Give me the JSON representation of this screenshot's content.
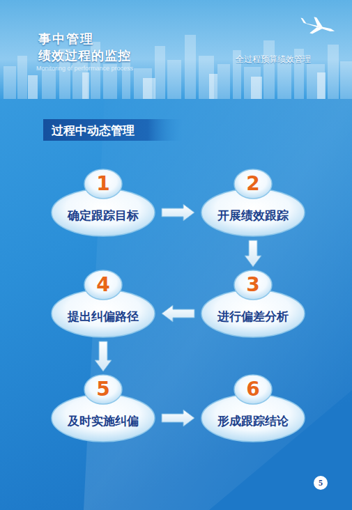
{
  "diagram": {
    "title": "过程中动态管理",
    "nodes": [
      {
        "text": [
          "1",
          "确定跟踪目标"
        ]
      },
      {
        "text": [
          "2",
          "开展绩效跟踪"
        ]
      },
      {
        "text": [
          "3",
          "进行偏差分析"
        ]
      },
      {
        "text": [
          "4",
          "提出纠偏路径"
        ]
      },
      {
        "text": [
          "5",
          "及时实施纠偏"
        ]
      },
      {
        "text": [
          "6",
          "形成跟踪结论"
        ]
      }
    ],
    "edges": [
      {
        "from": 0,
        "to": 1,
        "arrow": "to"
      },
      {
        "from": 1,
        "to": 2,
        "arrow": "to"
      },
      {
        "from": 2,
        "to": 3,
        "arrow": "to"
      },
      {
        "from": 3,
        "to": 4,
        "arrow": "to"
      },
      {
        "from": 4,
        "to": 5,
        "arrow": "to"
      }
    ],
    "labels": [
      "事中管理",
      "绩效过程的监控",
      "Monitoring of performance process",
      "全过程预算绩效管理",
      "5"
    ]
  }
}
